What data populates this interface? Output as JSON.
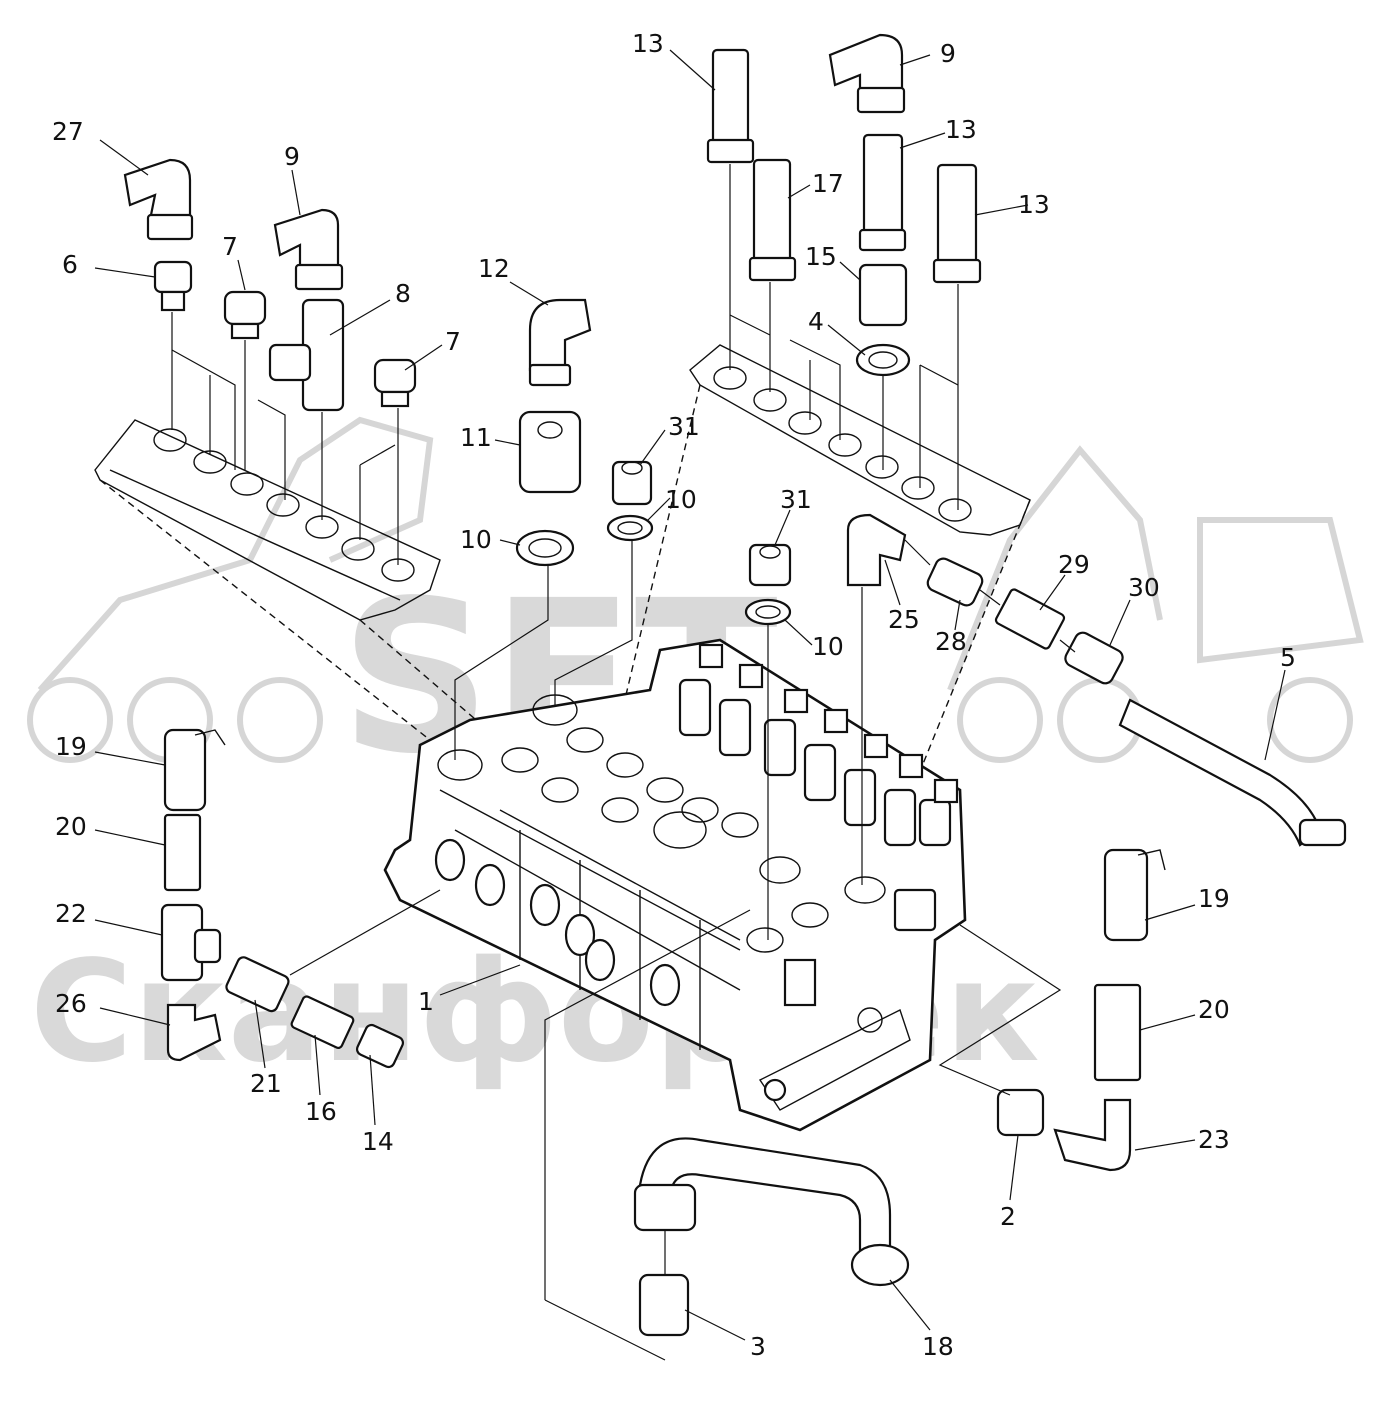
{
  "watermark": {
    "brand": "SFT",
    "company": "СканфорТек",
    "logo_icon": "excavator-tractor-logo"
  },
  "callouts": {
    "c27": "27",
    "c9a": "9",
    "c6": "6",
    "c7a": "7",
    "c8": "8",
    "c7b": "7",
    "c12": "12",
    "c11": "11",
    "c31a": "31",
    "c10a": "10",
    "c10b": "10",
    "c13a": "13",
    "c9b": "9",
    "c13b": "13",
    "c17": "17",
    "c13c": "13",
    "c15": "15",
    "c4": "4",
    "c31b": "31",
    "c10c": "10",
    "c25": "25",
    "c28": "28",
    "c29": "29",
    "c30": "30",
    "c5": "5",
    "c19a": "19",
    "c20a": "20",
    "c22": "22",
    "c26": "26",
    "c21": "21",
    "c16": "16",
    "c14": "14",
    "c1": "1",
    "c19b": "19",
    "c20b": "20",
    "c23": "23",
    "c2": "2",
    "c3": "3",
    "c18": "18"
  }
}
